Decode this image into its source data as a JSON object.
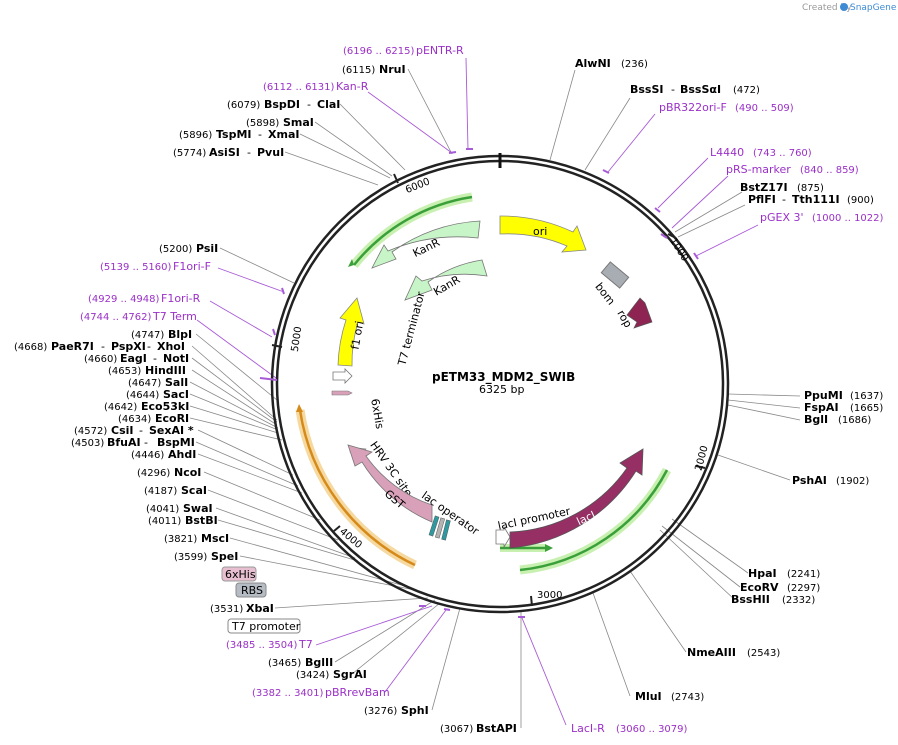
{
  "credit": {
    "created_by": "Created by",
    "brand": "SnapGene"
  },
  "plasmid": {
    "name": "pETM33_MDM2_SWIB",
    "length": "6325 bp"
  },
  "ticks": [
    "1000",
    "2000",
    "3000",
    "4000",
    "5000",
    "6000"
  ],
  "features": {
    "ori": "ori",
    "bom": "bom",
    "rop": "rop",
    "kanr1": "KanR",
    "kanr2": "KanR",
    "f1ori": "f1 ori",
    "t7term": "T7 terminator",
    "his6": "6xHis",
    "hrv3c": "HRV 3C site",
    "gst": "GST",
    "lacop": "lac operator",
    "lacipromoter": "lacI promoter",
    "laci": "lacI"
  },
  "site_labels": [
    {
      "name": "AlwNI",
      "pos": "(236)"
    },
    {
      "name": "BssSI",
      "alt": "BssSαI",
      "pos": "(472)"
    },
    {
      "name": "BstZ17I",
      "pos": "(875)"
    },
    {
      "name": "PflFI",
      "alt": "Tth111I",
      "pos": "(900)"
    },
    {
      "name": "PpuMI",
      "pos": "(1637)"
    },
    {
      "name": "FspAI",
      "pos": "(1665)"
    },
    {
      "name": "BglI",
      "pos": "(1686)"
    },
    {
      "name": "PshAI",
      "pos": "(1902)"
    },
    {
      "name": "HpaI",
      "pos": "(2241)"
    },
    {
      "name": "EcoRV",
      "pos": "(2297)"
    },
    {
      "name": "BssHII",
      "pos": "(2332)"
    },
    {
      "name": "NmeAIII",
      "pos": "(2543)"
    },
    {
      "name": "MluI",
      "pos": "(2743)"
    },
    {
      "name": "BstAPI",
      "pos": "(3067)"
    },
    {
      "name": "SphI",
      "pos": "(3276)"
    },
    {
      "name": "SgrAI",
      "pos": "(3424)"
    },
    {
      "name": "BglII",
      "pos": "(3465)"
    },
    {
      "name": "XbaI",
      "pos": "(3531)"
    },
    {
      "name": "SpeI",
      "pos": "(3599)"
    },
    {
      "name": "MscI",
      "pos": "(3821)"
    },
    {
      "name": "BstBI",
      "pos": "(4011)"
    },
    {
      "name": "SwaI",
      "pos": "(4041)"
    },
    {
      "name": "ScaI",
      "pos": "(4187)"
    },
    {
      "name": "NcoI",
      "pos": "(4296)"
    },
    {
      "name": "AhdI",
      "pos": "(4446)"
    },
    {
      "name": "BfuAI",
      "alt": "BspMI",
      "pos": "(4503)"
    },
    {
      "name": "CsiI",
      "alt": "SexAI *",
      "pos": "(4572)"
    },
    {
      "name": "EcoRI",
      "pos": "(4634)"
    },
    {
      "name": "Eco53kI",
      "pos": "(4642)"
    },
    {
      "name": "SacI",
      "pos": "(4644)"
    },
    {
      "name": "SalI",
      "pos": "(4647)"
    },
    {
      "name": "HindIII",
      "pos": "(4653)"
    },
    {
      "name": "EagI",
      "alt": "NotI",
      "pos": "(4660)"
    },
    {
      "name": "PaeR7I",
      "alt": "PspXI",
      "alt2": "XhoI",
      "pos": "(4668)"
    },
    {
      "name": "BlpI",
      "pos": "(4747)"
    },
    {
      "name": "PsiI",
      "pos": "(5200)"
    },
    {
      "name": "AsiSI",
      "alt": "PvuI",
      "pos": "(5774)"
    },
    {
      "name": "TspMI",
      "alt": "XmaI",
      "pos": "(5896)"
    },
    {
      "name": "SmaI",
      "pos": "(5898)"
    },
    {
      "name": "BspDI",
      "alt": "ClaI",
      "pos": "(6079)"
    },
    {
      "name": "NruI",
      "pos": "(6115)"
    }
  ],
  "primers": [
    {
      "name": "pENTR-R",
      "range": "(6196 .. 6215)"
    },
    {
      "name": "Kan-R",
      "range": "(6112 .. 6131)"
    },
    {
      "name": "pBR322ori-F",
      "range": "(490 .. 509)"
    },
    {
      "name": "L4440",
      "range": "(743 .. 760)"
    },
    {
      "name": "pRS-marker",
      "range": "(840 .. 859)"
    },
    {
      "name": "pGEX 3'",
      "range": "(1000 .. 1022)"
    },
    {
      "name": "F1ori-F",
      "range": "(5139 .. 5160)"
    },
    {
      "name": "F1ori-R",
      "range": "(4929 .. 4948)"
    },
    {
      "name": "T7 Term",
      "range": "(4744 .. 4762)"
    },
    {
      "name": "T7",
      "range": "(3485 .. 3504)"
    },
    {
      "name": "pBRrevBam",
      "range": "(3382 .. 3401)"
    },
    {
      "name": "LacI-R",
      "range": "(3060 .. 3079)"
    }
  ],
  "boxed_labels": {
    "his": "6xHis",
    "rbs": "RBS",
    "t7promoter": "T7 promoter"
  }
}
